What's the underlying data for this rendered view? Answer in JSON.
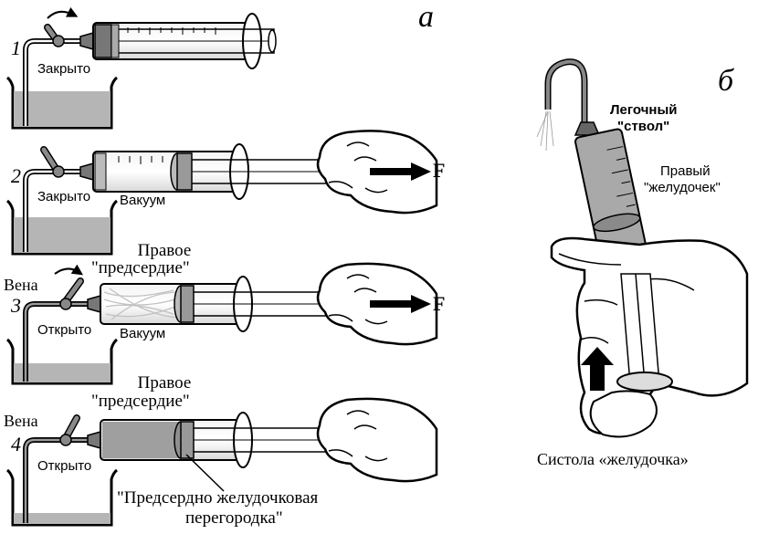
{
  "panel_a": {
    "letter": "а",
    "steps": [
      {
        "number": "1",
        "valve_label": "Закрыто"
      },
      {
        "number": "2",
        "valve_label": "Закрыто",
        "vacuum_label": "Вакуум",
        "force_label": "F"
      },
      {
        "number": "3",
        "vein_label": "Вена",
        "valve_label": "Открыто",
        "vacuum_label": "Вакуум",
        "force_label": "F",
        "chamber_label_line1": "Правое",
        "chamber_label_line2": "\"предсердие\""
      },
      {
        "number": "4",
        "vein_label": "Вена",
        "valve_label": "Открыто",
        "chamber_label_line1": "Правое",
        "chamber_label_line2": "\"предсердие\"",
        "septum_label_line1": "\"Предсердно желудочковая",
        "septum_label_line2": "перегородка\""
      }
    ]
  },
  "panel_b": {
    "letter": "б",
    "trunk_label_line1": "Легочный",
    "trunk_label_line2": "\"ствол\"",
    "ventricle_label_line1": "Правый",
    "ventricle_label_line2": "\"желудочек\"",
    "caption": "Систола «желудочка»"
  },
  "colors": {
    "liquid": "#b5b5b5",
    "liquid_dark": "#9a9a9a",
    "line": "#000000"
  }
}
